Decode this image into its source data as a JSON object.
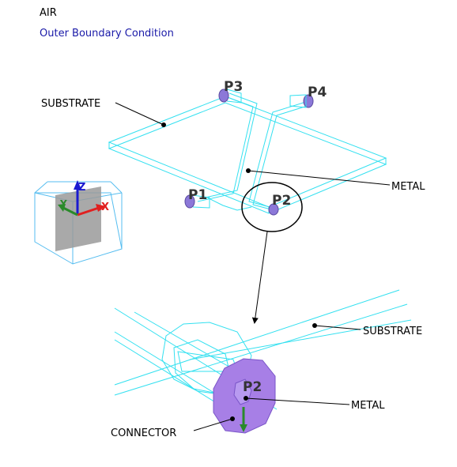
{
  "header": {
    "title": "AIR",
    "subtitle": "Outer Boundary Condition"
  },
  "labels": {
    "substrate_top": "SUBSTRATE",
    "metal_top": "METAL",
    "substrate_detail": "SUBSTRATE",
    "metal_detail": "METAL",
    "connector": "CONNECTOR"
  },
  "ports": {
    "p1": "P1",
    "p2": "P2",
    "p3": "P3",
    "p4": "P4",
    "p2_detail": "P2"
  },
  "axes": {
    "x": "X",
    "y": "Y",
    "z": "Z"
  },
  "colors": {
    "wireframe": "#33e0f0",
    "connector_fill": "#a77fe6",
    "port_fill": "#8c78d8",
    "subtitle": "#1a1aa8",
    "x_axis": "#e02020",
    "y_axis": "#2a8a2a",
    "z_axis": "#1a1ad0"
  }
}
